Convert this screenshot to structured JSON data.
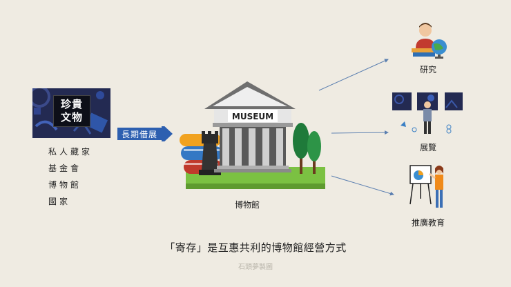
{
  "treasure": {
    "line1": "珍貴",
    "line2": "文物"
  },
  "owners": [
    "私人藏家",
    "基金會",
    "博物館",
    "國家"
  ],
  "arrow_label": "長期借展",
  "museum": {
    "sign": "MUSEUM",
    "label": "博物館"
  },
  "destinations": {
    "research": "研究",
    "exhibition": "展覽",
    "education": "推廣教育"
  },
  "caption": "「寄存」是互惠共利的博物館經營方式",
  "credit": "石頭夢製圖"
}
